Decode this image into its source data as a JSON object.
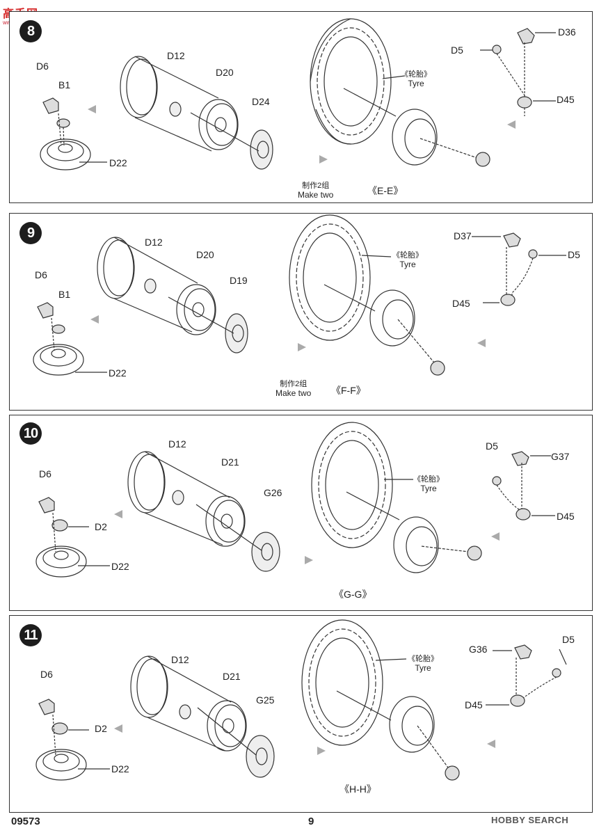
{
  "watermark": {
    "name": "高手网",
    "url": "www.ggme.net"
  },
  "steps": [
    {
      "number": "8",
      "labels": {
        "d6": "D6",
        "b1": "B1",
        "d22": "D22",
        "d12": "D12",
        "d20": "D20",
        "d24": "D24",
        "d5": "D5",
        "d36": "D36",
        "d45": "D45"
      },
      "tyre_cn": "《轮胎》",
      "tyre_en": "Tyre",
      "make_cn": "制作2组",
      "make_en": "Make two",
      "section": "《E-E》"
    },
    {
      "number": "9",
      "labels": {
        "d6": "D6",
        "b1": "B1",
        "d22": "D22",
        "d12": "D12",
        "d20": "D20",
        "d19": "D19",
        "d37": "D37",
        "d5": "D5",
        "d45": "D45"
      },
      "tyre_cn": "《轮胎》",
      "tyre_en": "Tyre",
      "make_cn": "制作2组",
      "make_en": "Make two",
      "section": "《F-F》"
    },
    {
      "number": "10",
      "labels": {
        "d6": "D6",
        "d2": "D2",
        "d22": "D22",
        "d12": "D12",
        "d21": "D21",
        "g26": "G26",
        "d5": "D5",
        "g37": "G37",
        "d45": "D45"
      },
      "tyre_cn": "《轮胎》",
      "tyre_en": "Tyre",
      "section": "《G-G》"
    },
    {
      "number": "11",
      "labels": {
        "d6": "D6",
        "d2": "D2",
        "d22": "D22",
        "d12": "D12",
        "d21": "D21",
        "g25": "G25",
        "g36": "G36",
        "d5": "D5",
        "d45": "D45"
      },
      "tyre_cn": "《轮胎》",
      "tyre_en": "Tyre",
      "section": "《H-H》"
    }
  ],
  "footer": {
    "code": "09573",
    "page": "9",
    "brand": "HOBBY SEARCH"
  }
}
